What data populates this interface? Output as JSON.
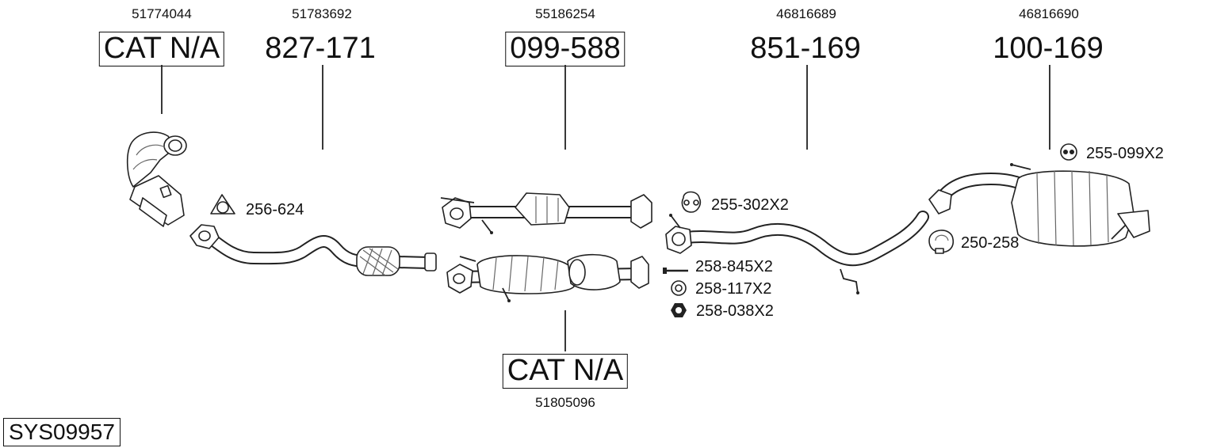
{
  "system_code": "SYS09957",
  "parts": [
    {
      "oe": "51774044",
      "label": "CAT N/A",
      "boxed": true
    },
    {
      "oe": "51783692",
      "label": "827-171",
      "boxed": false
    },
    {
      "oe": "55186254",
      "label": "099-588",
      "boxed": true
    },
    {
      "oe": "46816689",
      "label": "851-169",
      "boxed": false
    },
    {
      "oe": "46816690",
      "label": "100-169",
      "boxed": false
    },
    {
      "oe": "51805096",
      "label": "CAT N/A",
      "boxed": true
    }
  ],
  "accessories": [
    {
      "label": "256-624",
      "icon": "gasket-icon"
    },
    {
      "label": "255-302X2",
      "icon": "rubber-hanger-icon"
    },
    {
      "label": "258-845X2",
      "icon": "bolt-icon"
    },
    {
      "label": "258-117X2",
      "icon": "washer-icon"
    },
    {
      "label": "258-038X2",
      "icon": "nut-icon"
    },
    {
      "label": "255-099X2",
      "icon": "rubber-ring-icon"
    },
    {
      "label": "250-258",
      "icon": "clamp-icon"
    }
  ]
}
